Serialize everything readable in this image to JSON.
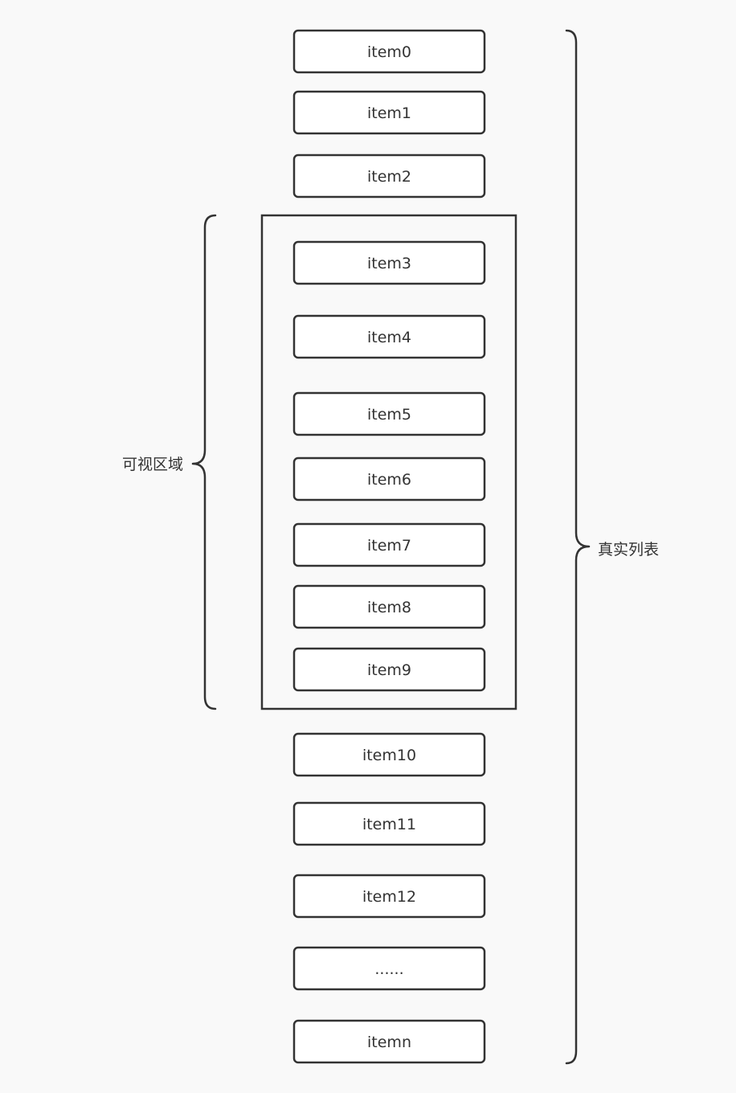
{
  "items": [
    "item0",
    "item1",
    "item2",
    "item3",
    "item4",
    "item5",
    "item6",
    "item7",
    "item8",
    "item9",
    "item10",
    "item11",
    "item12",
    "......",
    "itemn"
  ],
  "visible_range": {
    "first": 3,
    "last": 9
  },
  "labels": {
    "visible_area": "可视区域",
    "real_list": "真实列表"
  },
  "colors": {
    "stroke": "#333333",
    "box_fill": "#ffffff",
    "background": "#f9f9f9"
  }
}
